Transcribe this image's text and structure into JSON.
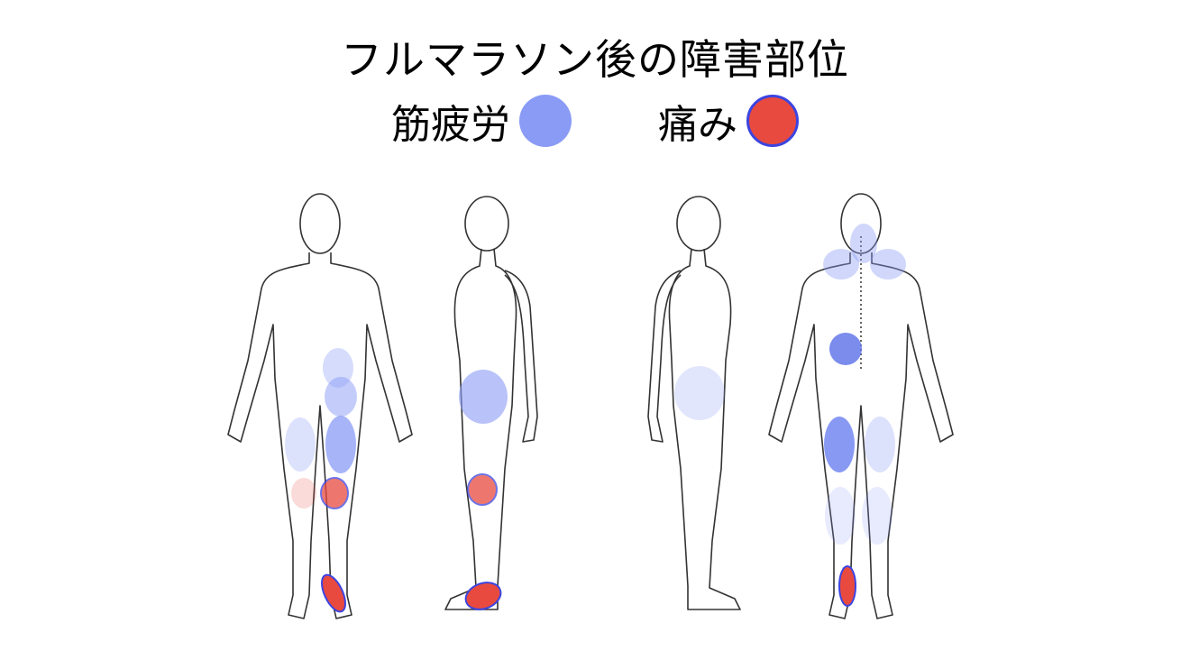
{
  "title": "フルマラソン後の障害部位",
  "legend": [
    {
      "label": "筋疲労",
      "meaning": "muscle-fatigue",
      "color": "#8a9bf5"
    },
    {
      "label": "痛み",
      "meaning": "pain",
      "color": "#e84a40",
      "border": "#3c44e0"
    }
  ],
  "figures": [
    "front",
    "side-left",
    "side-right",
    "back"
  ]
}
